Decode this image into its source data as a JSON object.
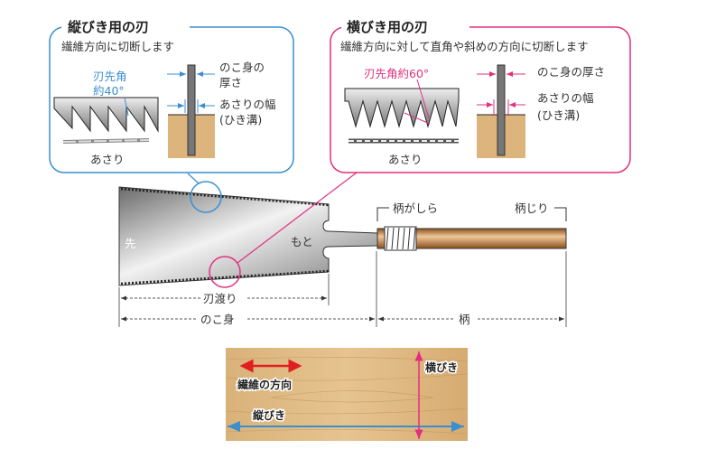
{
  "rip_panel": {
    "title": "縦びき用の刃",
    "description": "繊維方向に切断します",
    "tooth_angle_line1": "刃先角",
    "tooth_angle_line2": "約40°",
    "set_label": "あさり",
    "thickness_line1": "のこ身の",
    "thickness_line2": "厚さ",
    "kerf_line1": "あさりの幅",
    "kerf_line2": "(ひき溝)"
  },
  "crosscut_panel": {
    "title": "横びき用の刃",
    "description": "繊維方向に対して直角や斜めの方向に切断します",
    "tooth_angle": "刃先角約60°",
    "set_label": "あさり",
    "thickness": "のこ身の厚さ",
    "kerf_line1": "あさりの幅",
    "kerf_line2": "(ひき溝)"
  },
  "saw": {
    "tip": "先",
    "base": "もと",
    "handle_head": "柄がしら",
    "handle_end": "柄じり",
    "cutting_edge": "刃渡り",
    "blade": "のこ身",
    "handle": "柄"
  },
  "wood": {
    "grain_direction": "繊維の方向",
    "rip_cut": "縦びき",
    "cross_cut": "横びき"
  },
  "colors": {
    "rip": "#3a8fd0",
    "crosscut": "#e0307f",
    "grain_arrow": "#e02020",
    "wood": "#ddb57c",
    "handle": "#b5712f"
  }
}
